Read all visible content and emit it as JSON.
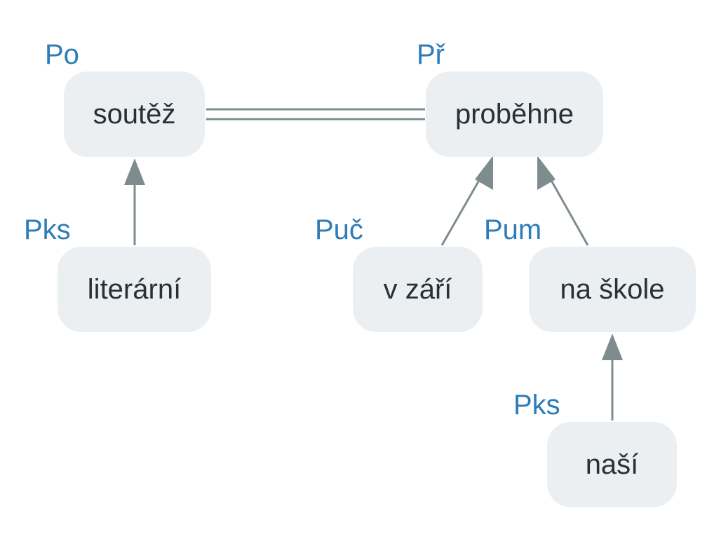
{
  "nodes": {
    "soutez": {
      "word": "soutěž",
      "role": "Po"
    },
    "probehne": {
      "word": "proběhne",
      "role": "Př"
    },
    "literarni": {
      "word": "literární",
      "role": "Pks"
    },
    "v_zari": {
      "word": "v září",
      "role": "Puč"
    },
    "na_skole": {
      "word": "na škole",
      "role": "Pum"
    },
    "nasi": {
      "word": "naší",
      "role": "Pks"
    }
  },
  "colors": {
    "node_fill": "#eceff1",
    "edge": "#7f8c8d",
    "role_label": "#2e7cb8",
    "node_text": "#263238"
  }
}
